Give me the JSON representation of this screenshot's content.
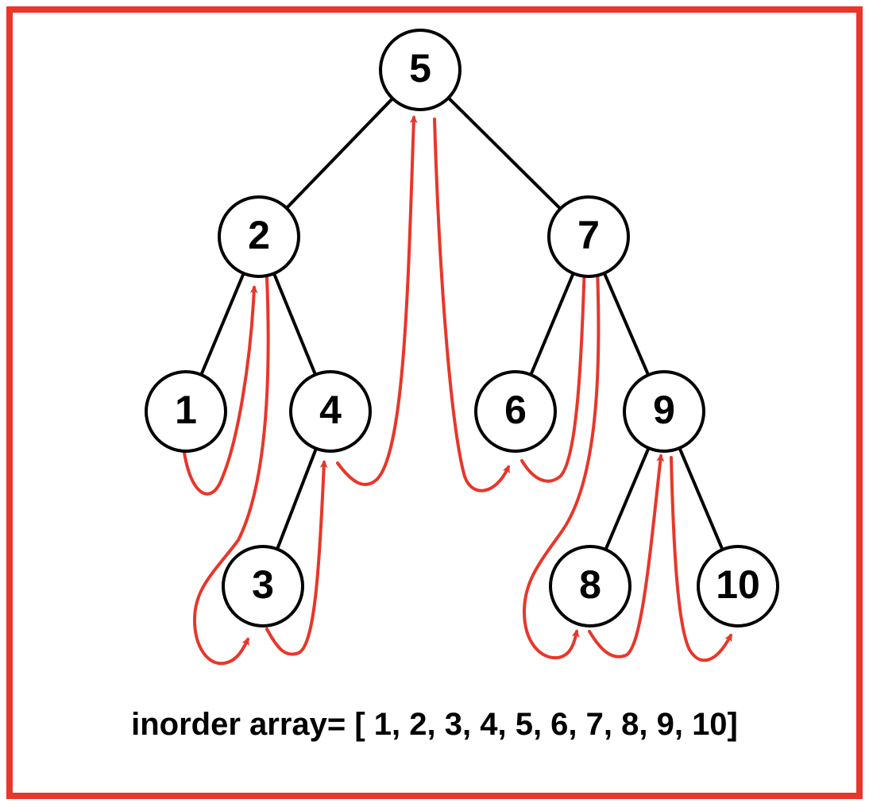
{
  "frame_color": "#e8362a",
  "edge_color": "#000000",
  "arrow_color": "#e8362a",
  "nodes": [
    {
      "id": "5",
      "label": "5"
    },
    {
      "id": "2",
      "label": "2"
    },
    {
      "id": "7",
      "label": "7"
    },
    {
      "id": "1",
      "label": "1"
    },
    {
      "id": "4",
      "label": "4"
    },
    {
      "id": "6",
      "label": "6"
    },
    {
      "id": "9",
      "label": "9"
    },
    {
      "id": "3",
      "label": "3"
    },
    {
      "id": "8",
      "label": "8"
    },
    {
      "id": "10",
      "label": "10"
    }
  ],
  "edges": [
    [
      "5",
      "2"
    ],
    [
      "5",
      "7"
    ],
    [
      "2",
      "1"
    ],
    [
      "2",
      "4"
    ],
    [
      "4",
      "3"
    ],
    [
      "7",
      "6"
    ],
    [
      "7",
      "9"
    ],
    [
      "9",
      "8"
    ],
    [
      "9",
      "10"
    ]
  ],
  "caption": "inorder array= [ 1, 2, 3, 4, 5, 6, 7, 8, 9, 10]"
}
